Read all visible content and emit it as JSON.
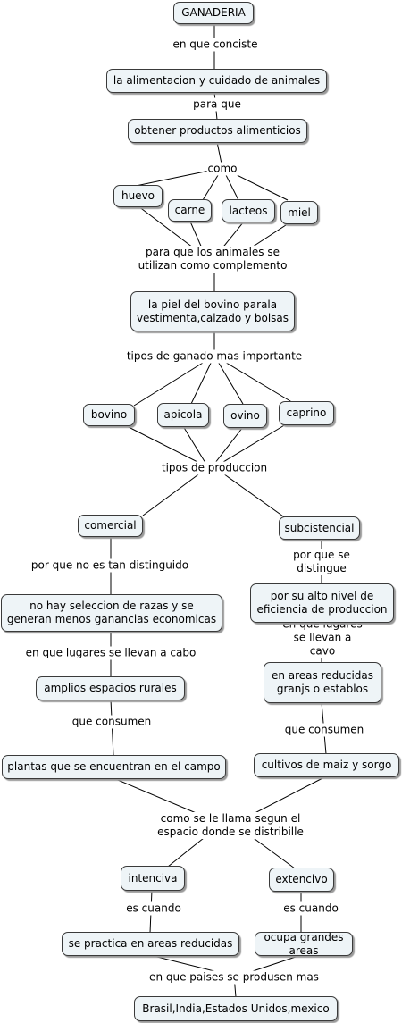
{
  "concepts": {
    "ganaderia": "GANADERIA",
    "alimentacion": "la alimentacion y cuidado de animales",
    "productos": "obtener productos alimenticios",
    "huevo": "huevo",
    "carne": "carne",
    "lacteos": "lacteos",
    "miel": "miel",
    "piel": "la piel del bovino parala\nvestimenta,calzado y bolsas",
    "bovino": "bovino",
    "apicola": "apicola",
    "ovino": "ovino",
    "caprino": "caprino",
    "comercial": "comercial",
    "subcistencial": "subcistencial",
    "no_seleccion": "no hay seleccion de razas y se\ngeneran menos ganancias economicas",
    "alto_nivel": "por su alto nivel de\neficiencia de produccion",
    "espacios_rurales": "amplios espacios rurales",
    "areas_reducidas": "en areas reducidas\ngranjs o establos",
    "plantas": "plantas que se encuentran en el campo",
    "cultivos": "cultivos de maiz y sorgo",
    "intenciva": "intenciva",
    "extencivo": "extencivo",
    "practica": "se practica en areas reducidas",
    "ocupa": "ocupa grandes areas",
    "paises": "Brasil,India,Estados Unidos,mexico"
  },
  "links": {
    "conciste": "en que conciste",
    "para_que": "para que",
    "como": "como",
    "complemento": "para que los animales se\nutilizan como complemento",
    "tipos_ganado": "tipos de ganado mas importante",
    "tipos_produccion": "tipos de produccion",
    "no_distinguido": "por que no es tan distinguido",
    "se_distingue": "por que se distingue",
    "lugares_cabo": "en que lugares se llevan a cabo",
    "lugares_cavo": "en que lugares se llevan a cavo",
    "consumen_left": "que consumen",
    "consumen_right": "que consumen",
    "espacio": "como se le llama segun el espacio donde se distribille",
    "es_cuando_left": "es cuando",
    "es_cuando_right": "es cuando",
    "paises_mas": "en que paises se produsen mas"
  },
  "colors": {
    "node_fill": "#eef4f7",
    "node_border": "#3a3a3a",
    "line": "#000000",
    "shadow": "#9a9a9a"
  }
}
